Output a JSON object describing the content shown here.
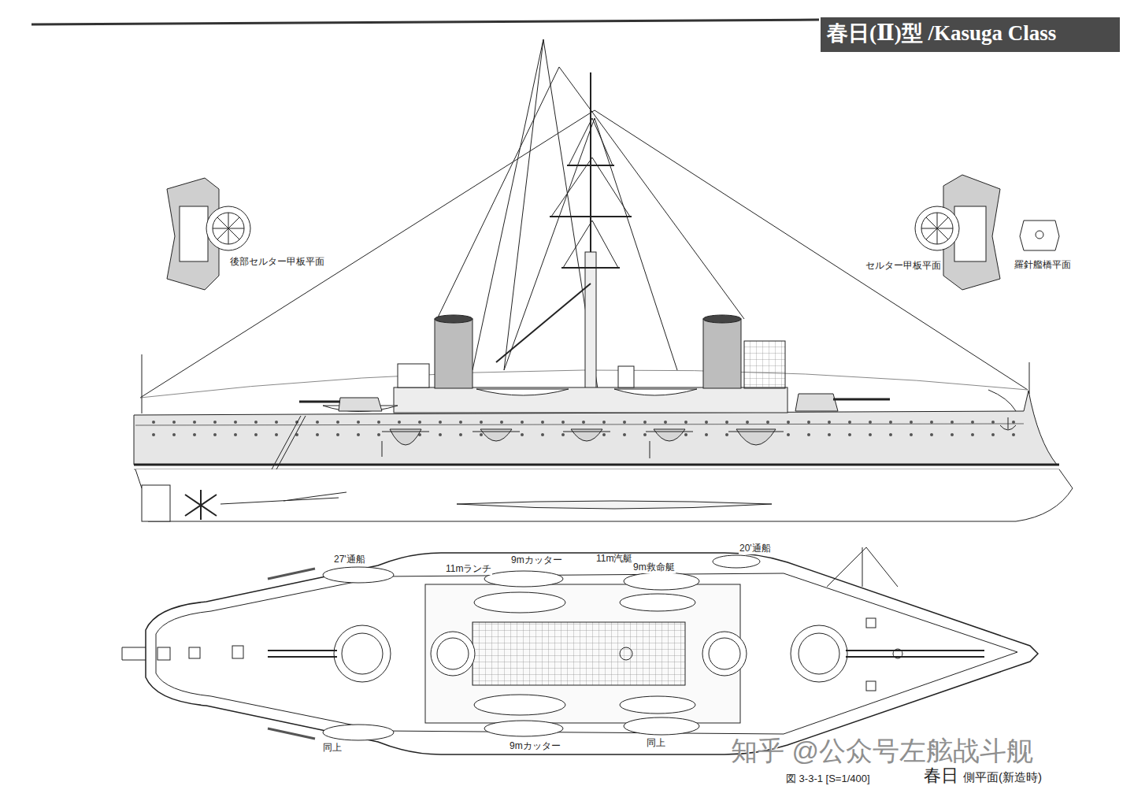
{
  "diagram": {
    "title": "春日(Ⅱ)型 /Kasuga Class",
    "labels": [
      "後部セルター甲板平面",
      "セルター甲板平面",
      "羅針艦橋平面",
      "27'通船",
      "11mランチ",
      "9mカッター",
      "11m汽艇",
      "9m救命艇",
      "20'通船",
      "同上",
      "9mカッター",
      "同上",
      "知乎 @公众号左舷战斗舰",
      "図 3-3-1 [S=1/400]",
      "春日",
      "側平面(新造時)"
    ]
  }
}
